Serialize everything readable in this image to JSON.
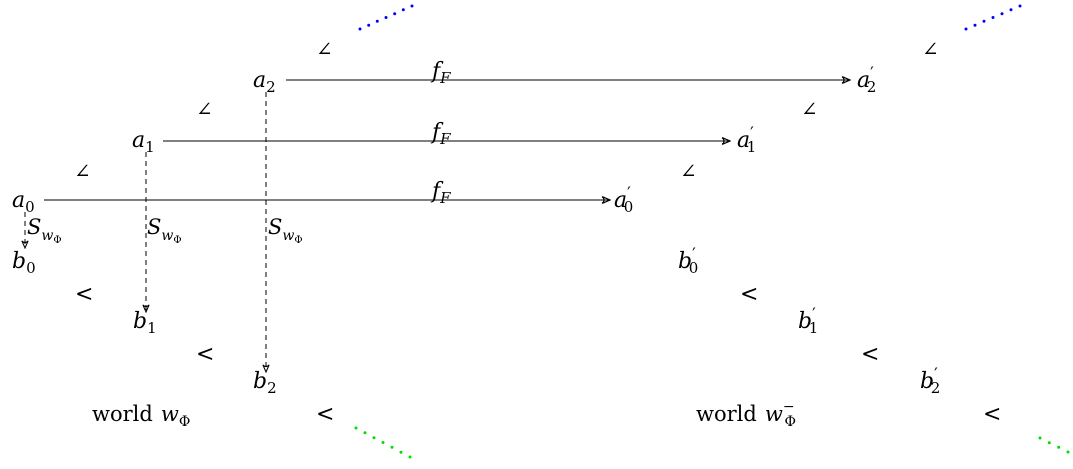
{
  "diagram": {
    "left_world_label": "world",
    "left_world_symbol": "w",
    "left_world_subscript": "Φ",
    "right_world_label": "world",
    "right_world_symbol": "w",
    "right_world_superscript": "−",
    "right_world_subscript": "Φ",
    "map_label_f": "f",
    "map_label_f_sub": "F",
    "map_label_s": "S",
    "map_label_s_sub_w": "w",
    "map_label_s_sub_phi": "Φ",
    "angle_glyph": "∠",
    "lessthan_glyph": "<",
    "letter_a": "a",
    "letter_b": "b",
    "prime": "′",
    "index_0": "0",
    "index_1": "1",
    "index_2": "2",
    "blue_dots_color": "#0000ff",
    "green_dots_color": "#00dd00"
  }
}
